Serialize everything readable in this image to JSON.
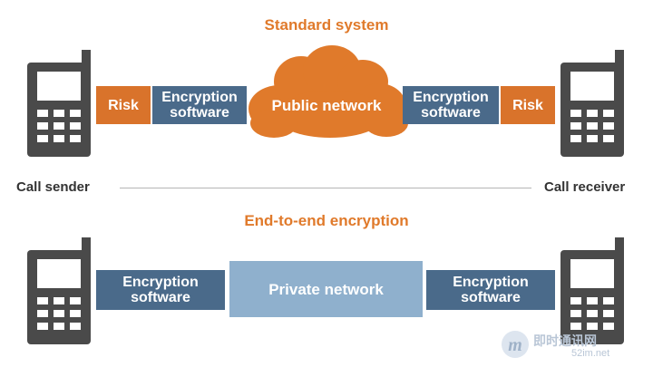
{
  "standard": {
    "title": "Standard system",
    "risk_left": "Risk",
    "enc_left": "Encryption\nsoftware",
    "cloud": "Public network",
    "enc_right": "Encryption\nsoftware",
    "risk_right": "Risk"
  },
  "middle": {
    "sender": "Call sender",
    "receiver": "Call receiver"
  },
  "e2e": {
    "title": "End-to-end encryption",
    "enc_left": "Encryption\nsoftware",
    "private": "Private network",
    "enc_right": "Encryption\nsoftware"
  },
  "watermark": {
    "logo_letter": "m",
    "name": "即时通讯网",
    "url": "52im.net"
  },
  "colors": {
    "orange": "#d9732b",
    "blue": "#4a6a8a",
    "light_blue": "#8fb0cd",
    "phone": "#4a4a4a"
  }
}
